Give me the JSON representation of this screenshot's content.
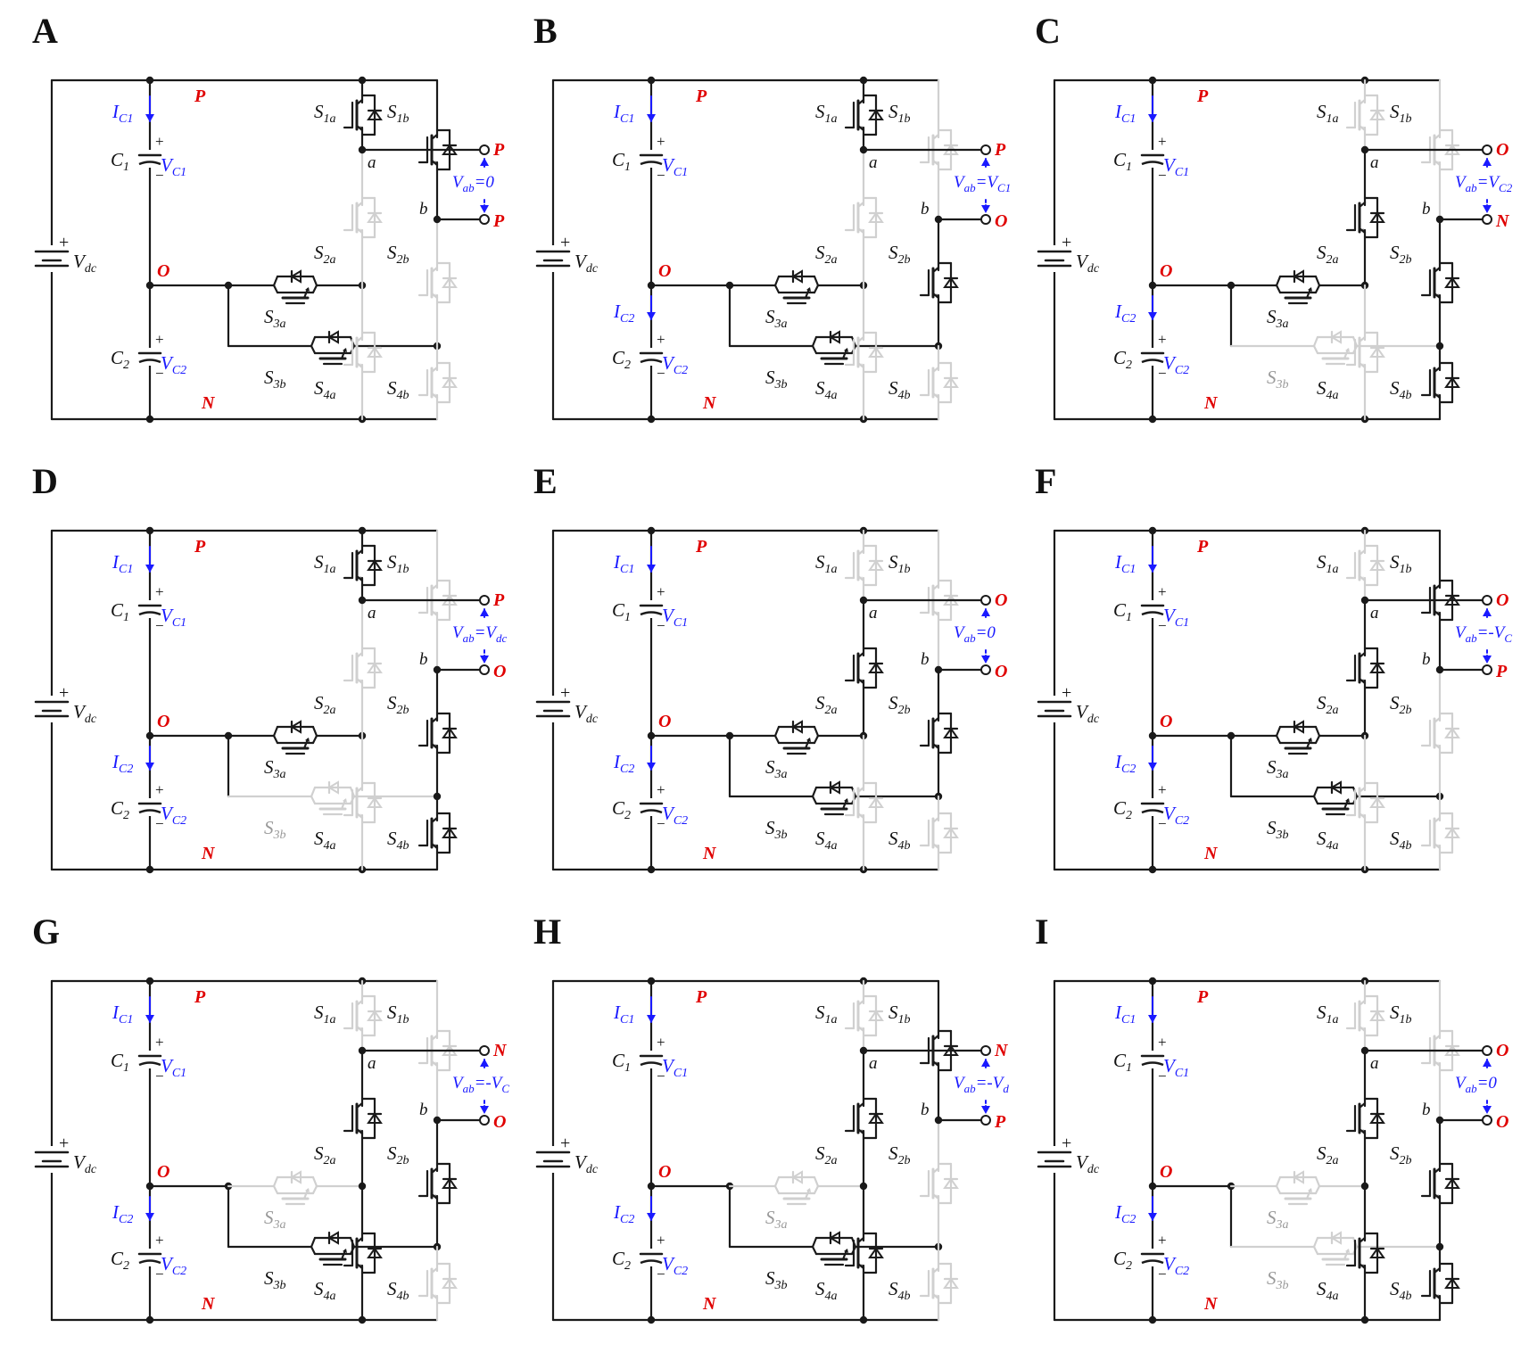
{
  "colors": {
    "wire": "#1a1a1a",
    "off": "#d0d0d0",
    "blue": "#1a1aff",
    "red": "#e00000"
  },
  "labels": {
    "vdc_main": "V",
    "vdc_sub": "dc",
    "c1_main": "C",
    "c1_sub": "1",
    "vc1_main": "V",
    "vc1_sub": "C1",
    "c2_main": "C",
    "c2_sub": "2",
    "vc2_main": "V",
    "vc2_sub": "C2",
    "ic1_main": "I",
    "ic1_sub": "C1",
    "ic2_main": "I",
    "ic2_sub": "C2",
    "node_p": "P",
    "node_o": "O",
    "node_n": "N",
    "node_a": "a",
    "node_b": "b",
    "s1a_main": "S",
    "s1a_sub": "1a",
    "s1b_main": "S",
    "s1b_sub": "1b",
    "s2a_main": "S",
    "s2a_sub": "2a",
    "s2b_main": "S",
    "s2b_sub": "2b",
    "s3a_main": "S",
    "s3a_sub": "3a",
    "s3b_main": "S",
    "s3b_sub": "3b",
    "s4a_main": "S",
    "s4a_sub": "4a",
    "s4b_main": "S",
    "s4b_sub": "4b",
    "vab_main": "V",
    "vab_sub": "ab",
    "plus": "+",
    "minus": "−"
  },
  "panels": [
    {
      "letter": "A",
      "vab_rhs": "=0",
      "top_node": "P",
      "bot_node": "P",
      "show_ic2": false,
      "on": {
        "S1a": true,
        "S1b": true,
        "S2a": false,
        "S2b": false,
        "S3a": true,
        "S3b": true,
        "S4a": false,
        "S4b": false
      }
    },
    {
      "letter": "B",
      "vab_rhs": "=V",
      "vab_rhs_sub": "C1",
      "top_node": "P",
      "bot_node": "O",
      "show_ic2": true,
      "on": {
        "S1a": true,
        "S1b": false,
        "S2a": false,
        "S2b": true,
        "S3a": true,
        "S3b": true,
        "S4a": false,
        "S4b": false
      }
    },
    {
      "letter": "C",
      "vab_rhs": "=V",
      "vab_rhs_sub": "C2",
      "top_node": "O",
      "bot_node": "N",
      "show_ic2": true,
      "on": {
        "S1a": false,
        "S1b": false,
        "S2a": true,
        "S2b": true,
        "S3a": true,
        "S3b": false,
        "S4a": false,
        "S4b": true
      }
    },
    {
      "letter": "D",
      "vab_rhs": "=V",
      "vab_rhs_sub": "dc",
      "top_node": "P",
      "bot_node": "O",
      "show_ic2": true,
      "on": {
        "S1a": true,
        "S1b": false,
        "S2a": false,
        "S2b": true,
        "S3a": true,
        "S3b": false,
        "S4a": false,
        "S4b": true
      }
    },
    {
      "letter": "E",
      "vab_rhs": "=0",
      "top_node": "O",
      "bot_node": "O",
      "show_ic2": true,
      "on": {
        "S1a": false,
        "S1b": false,
        "S2a": true,
        "S2b": true,
        "S3a": true,
        "S3b": true,
        "S4a": false,
        "S4b": false
      }
    },
    {
      "letter": "F",
      "vab_rhs": "=-V",
      "vab_rhs_sub": "C",
      "top_node": "O",
      "bot_node": "P",
      "show_ic2": true,
      "on": {
        "S1a": false,
        "S1b": true,
        "S2a": true,
        "S2b": false,
        "S3a": true,
        "S3b": true,
        "S4a": false,
        "S4b": false
      }
    },
    {
      "letter": "G",
      "vab_rhs": "=-V",
      "vab_rhs_sub": "C",
      "top_node": "N",
      "bot_node": "O",
      "show_ic2": true,
      "on": {
        "S1a": false,
        "S1b": false,
        "S2a": true,
        "S2b": true,
        "S3a": false,
        "S3b": true,
        "S4a": true,
        "S4b": false
      }
    },
    {
      "letter": "H",
      "vab_rhs": "=-V",
      "vab_rhs_sub": "d",
      "top_node": "N",
      "bot_node": "P",
      "show_ic2": true,
      "on": {
        "S1a": false,
        "S1b": true,
        "S2a": true,
        "S2b": false,
        "S3a": false,
        "S3b": true,
        "S4a": true,
        "S4b": false
      }
    },
    {
      "letter": "I",
      "vab_rhs": "=0",
      "top_node": "O",
      "bot_node": "O",
      "show_ic2": true,
      "on": {
        "S1a": false,
        "S1b": false,
        "S2a": true,
        "S2b": true,
        "S3a": false,
        "S3b": false,
        "S4a": true,
        "S4b": true
      }
    }
  ]
}
